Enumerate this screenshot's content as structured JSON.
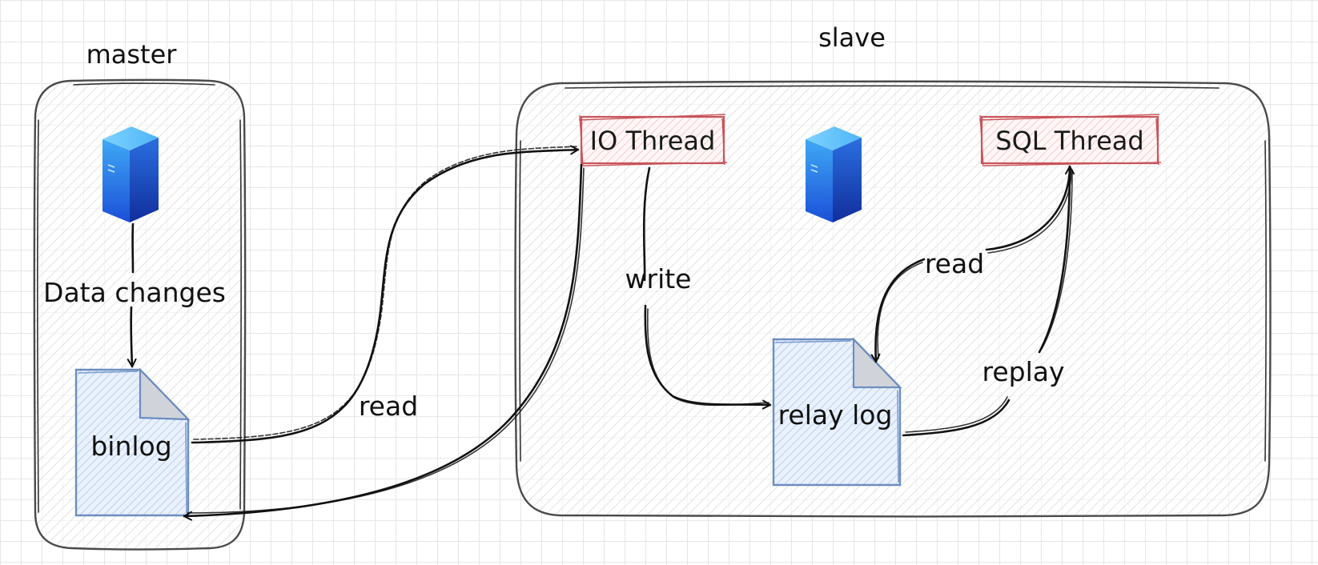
{
  "master": {
    "title": "master",
    "server_icon": "server-icon",
    "data_changes_label": "Data changes",
    "binlog_label": "binlog"
  },
  "slave": {
    "title": "slave",
    "server_icon": "server-icon",
    "io_thread_label": "IO Thread",
    "sql_thread_label": "SQL Thread",
    "relay_log_label": "relay log"
  },
  "edges": {
    "binlog_to_io_label": "read",
    "io_to_relay_label": "write",
    "relay_to_sql_read_label": "read",
    "relay_to_sql_replay_label": "replay"
  },
  "colors": {
    "container_stroke": "#4a4a4a",
    "thread_stroke": "#c9545a",
    "doc_stroke": "#6c8ebf",
    "doc_fill": "#dae8fc"
  }
}
